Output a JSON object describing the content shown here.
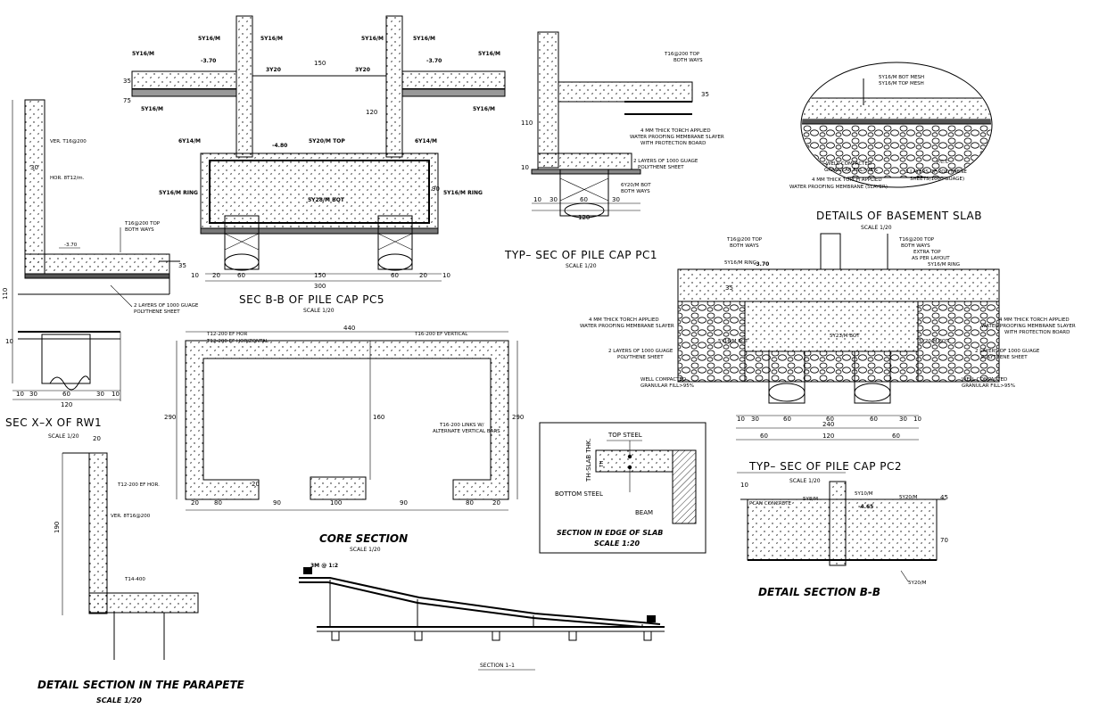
{
  "drawing": {
    "rw1": {
      "title": "SEC X–X OF RW1",
      "scale": "SCALE 1/20",
      "labels": [
        "VER. T16@200",
        "HOR. 8T12/m.",
        "T16@200 TOP",
        "BOTH WAYS",
        "-3.70",
        "2 LAYERS OF 1000 GUAGE",
        "POLYTHENE SHEET"
      ],
      "dims": [
        "30",
        "35",
        "110",
        "10",
        "10",
        "30",
        "60",
        "30",
        "10",
        "120"
      ]
    },
    "pc5": {
      "title": "SEC B-B OF PILE CAP PC5",
      "scale": "SCALE 1/20",
      "labels": [
        "5Y16/M",
        "5Y16/M",
        "5Y16/M",
        "5Y16/M",
        "5Y16/M",
        "5Y16/M",
        "5Y16/M",
        "5Y16/M",
        "3Y20",
        "3Y20",
        "-3.70",
        "-3.70",
        "-4.80",
        "6Y14/M",
        "6Y14/M",
        "5Y20/M TOP",
        "5Y16/M RING",
        "5Y16/M RING",
        "5Y28/M BOT"
      ],
      "dims": [
        "150",
        "35",
        "75",
        "120",
        "90",
        "20",
        "60",
        "150",
        "60",
        "20",
        "300",
        "10",
        "10"
      ]
    },
    "pc1": {
      "title": "TYP– SEC OF PILE CAP PC1",
      "scale": "SCALE 1/20",
      "labels": [
        "T16@200 TOP",
        "BOTH WAYS",
        "4 MM THICK TORCH APPLIED",
        "WATER PROOFING MEMBRANE 5LAYER",
        "WITH PROTECTION BOARD",
        "2 LAYERS OF 1000 GUAGE",
        "POLYTHENE SHEET",
        "6Y20/M BOT",
        "BOTH WAYS"
      ],
      "dims": [
        "35",
        "110",
        "10",
        "10",
        "30",
        "60",
        "30",
        "120"
      ]
    },
    "basement_detail": {
      "title": "DETAILS OF BASEMENT SLAB",
      "scale": "SCALE 1/20",
      "labels": [
        "5Y16/M BOT MESH",
        "5Y16/M TOP MESH",
        "P.C.C",
        "WELL COMPACTED",
        "GRANULAR FILL>95%",
        "2 LAYERS OF POLYTHENE",
        "SHEETS(1000 GUAGE)",
        "4 MM THICK TORCH APPLIED",
        "WATER PROOFING MEMBRANE (5LAYER)"
      ]
    },
    "basement_section": {
      "labels": [
        "T16@200 TOP",
        "BOTH WAYS",
        "T16@200 TOP",
        "BOTH WAYS",
        "EXTRA TOP",
        "AS PER LAYOUT",
        "5Y16/M RING",
        "-3.70",
        "5Y16/M RING",
        "4 MM THICK TORCH APPLIED",
        "WATER PROOFING MEMBRANE 5LAYER",
        "4 MM THICK TORCH APPLIED",
        "WATER PROOFING MEMBRANE 5LAYER",
        "WITH PROTECTION BOARD",
        "2 LAYERS OF 1000 GUAGE",
        "POLYTHENE SHEET",
        "2 LAYERS OF 1000 GUAGE",
        "POLYTHENE SHEET",
        "5Y16/M BOT",
        "5Y20/M BOT",
        "5Y23/M BOT",
        "WELL COMPACTED",
        "GRANULAR FILL>95%",
        "WELL COMPACTED",
        "GRANULAR FILL>95%"
      ],
      "dims": [
        "10",
        "30",
        "60",
        "60",
        "60",
        "30",
        "10",
        "240",
        "60",
        "120",
        "60",
        "35"
      ]
    },
    "core": {
      "title": "CORE SECTION",
      "scale": "SCALE 1/20",
      "labels": [
        "T12-200 EF HOR",
        "T12-200 EF HORIZONTAL",
        "T16-200 EF VERTICAL",
        "T16-200 LINKS W/",
        "ALTERNATE VERTICAL BARS"
      ],
      "dims": [
        "440",
        "290",
        "160",
        "290",
        "20",
        "80",
        "90",
        "100",
        "90",
        "80",
        "20",
        "20"
      ]
    },
    "slab_edge": {
      "title": "SECTION IN EDGE OF SLAB",
      "scale": "SCALE 1:20",
      "labels": [
        "TOP STEEL",
        "BOTTOM STEEL",
        "BEAM",
        "TH-SLAB THK.",
        "TH"
      ]
    },
    "pc2": {
      "title": "TYP– SEC OF PILE CAP PC2",
      "scale": "SCALE 1/20",
      "labels": [
        "5Y10/M",
        "5Y20/M",
        "5Y8/M",
        "PCAN CONCRETE",
        "-4.65",
        "5Y20/M"
      ],
      "dims": [
        "45",
        "70",
        "10"
      ]
    },
    "detail_bb": {
      "title": "DETAIL SECTION B-B"
    },
    "parapet": {
      "title": "DETAIL SECTION IN THE PARAPETE",
      "scale": "SCALE 1/20",
      "labels": [
        "T12-200 EF HOR.",
        "VER. 8T16@200",
        "T14-400"
      ],
      "dims": [
        "20",
        "190"
      ]
    },
    "ramp": {
      "title": "SECTION 1–1",
      "labels": [
        "3M @ 1:2"
      ]
    }
  }
}
